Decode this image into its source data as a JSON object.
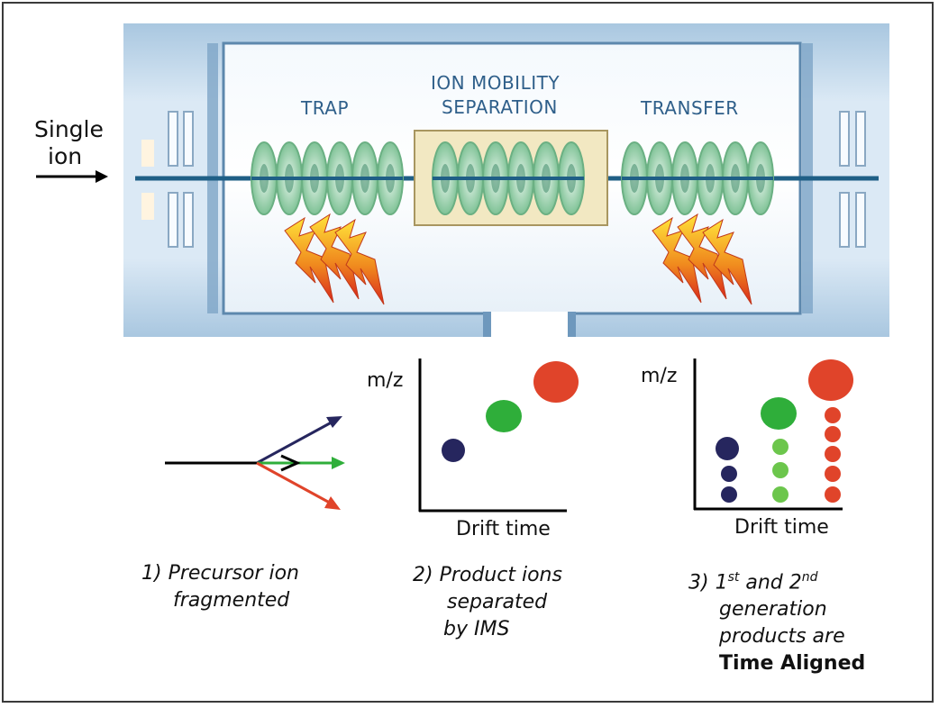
{
  "instrument": {
    "inlet_label_line1": "Single",
    "inlet_label_line2": "ion",
    "section_trap": "TRAP",
    "section_ims_line1": "ION MOBILITY",
    "section_ims_line2": "SEPARATION",
    "section_transfer": "TRANSFER"
  },
  "plots": {
    "ylabel": "m/z",
    "xlabel": "Drift time"
  },
  "captions": {
    "step1_line1": "1) Precursor ion",
    "step1_line2": "fragmented",
    "step2_line1": "2) Product ions",
    "step2_line2": "separated",
    "step2_line3": "by IMS",
    "step3_prefix": "3) 1",
    "step3_sup1": "st",
    "step3_mid": " and 2",
    "step3_sup2": "nd",
    "step3_line2": "generation",
    "step3_line3": "products are",
    "step3_line4": "Time Aligned"
  },
  "colors": {
    "navy": "#26265e",
    "green": "#2fae3a",
    "red": "#e0442a",
    "ring": "#9fd4b0",
    "ims_box": "#f2e8c2"
  }
}
